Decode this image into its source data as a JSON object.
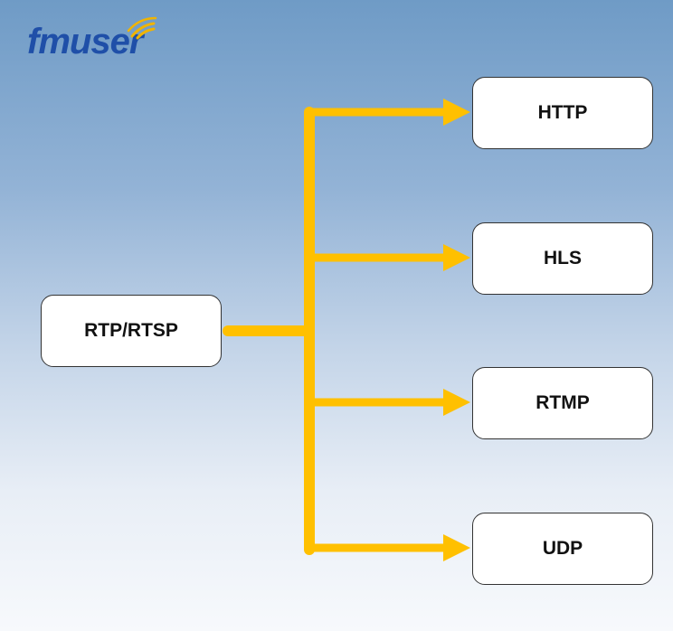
{
  "brand": {
    "name": "fmuser",
    "color": "#1f4fa8",
    "wave_color": "#f0b400"
  },
  "diagram": {
    "source": {
      "label": "RTP/RTSP"
    },
    "targets": [
      {
        "label": "HTTP"
      },
      {
        "label": "HLS"
      },
      {
        "label": "RTMP"
      },
      {
        "label": "UDP"
      }
    ],
    "connector_color": "#ffc000"
  }
}
